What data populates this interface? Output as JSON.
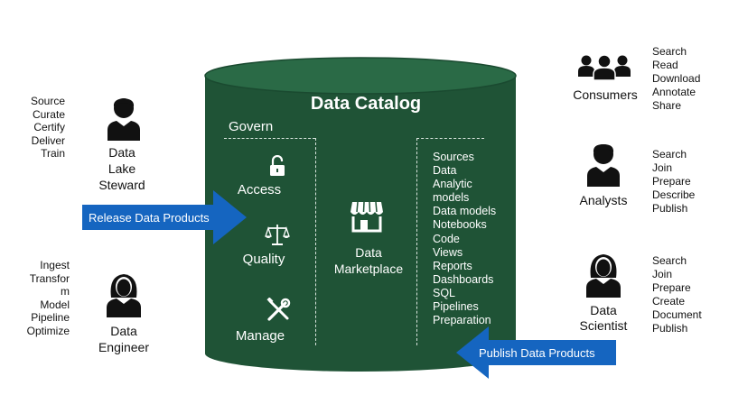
{
  "catalog": {
    "title": "Data Catalog",
    "govern_label": "Govern",
    "sections": {
      "access": "Access",
      "quality": "Quality",
      "manage": "Manage"
    },
    "marketplace": [
      "Data",
      "Marketplace"
    ],
    "items": [
      "Sources",
      "Data",
      "Analytic",
      "models",
      "Data models",
      "Notebooks",
      "Code",
      "Views",
      "Reports",
      "Dashboards",
      "SQL",
      "Pipelines",
      "Preparation"
    ]
  },
  "steward": {
    "tasks": [
      "Source",
      "Curate",
      "Certify",
      "Deliver",
      "Train"
    ],
    "label": [
      "Data",
      "Lake",
      "Steward"
    ]
  },
  "engineer": {
    "tasks": [
      "Ingest",
      "Transfor",
      "m",
      "Model",
      "Pipeline",
      "Optimize"
    ],
    "label": [
      "Data",
      "Engineer"
    ]
  },
  "consumers": {
    "label": "Consumers",
    "tasks": [
      "Search",
      "Read",
      "Download",
      "Annotate",
      "Share"
    ]
  },
  "analysts": {
    "label": "Analysts",
    "tasks": [
      "Search",
      "Join",
      "Prepare",
      "Describe",
      "Publish"
    ]
  },
  "scientist": {
    "label": [
      "Data",
      "Scientist"
    ],
    "tasks": [
      "Search",
      "Join",
      "Prepare",
      "Create",
      "Document",
      "Publish"
    ]
  },
  "arrows": {
    "release": "Release Data Products",
    "publish": "Publish Data Products"
  },
  "colors": {
    "cylinder": "#1f5336",
    "cylinder_top": "#2a6a46",
    "arrow": "#1565c0",
    "icon": "#111111"
  }
}
